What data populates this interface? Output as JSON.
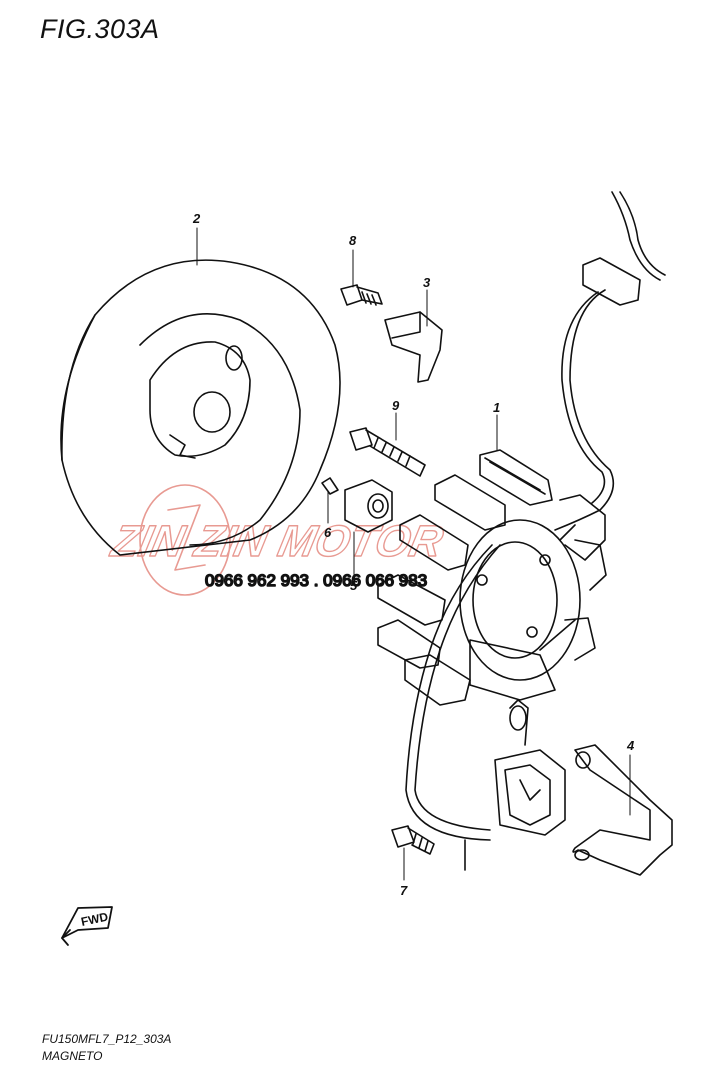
{
  "figure": {
    "title": "FIG.303A",
    "drawing_code": "FU150MFL7_P12_303A",
    "section_name": "MAGNETO",
    "fwd_label": "FWD"
  },
  "callouts": [
    {
      "number": "1",
      "part": "stator"
    },
    {
      "number": "2",
      "part": "flywheel rotor"
    },
    {
      "number": "3",
      "part": "pickup coil"
    },
    {
      "number": "4",
      "part": "bracket"
    },
    {
      "number": "5",
      "part": "nut"
    },
    {
      "number": "6",
      "part": "key"
    },
    {
      "number": "7",
      "part": "bolt"
    },
    {
      "number": "8",
      "part": "screw"
    },
    {
      "number": "9",
      "part": "bolt"
    }
  ],
  "watermark": {
    "brand": "ZIN ZIN MOTOR",
    "phone": "0966 962 993 . 0966 066 983",
    "color": "#e89a92"
  }
}
